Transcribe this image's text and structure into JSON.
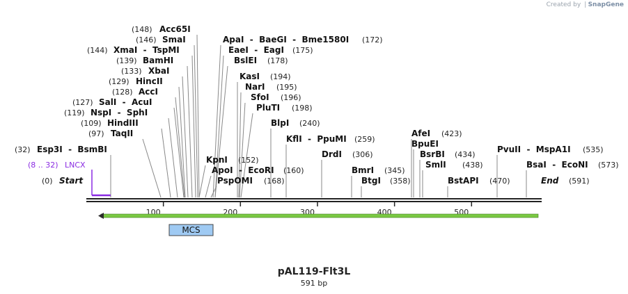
{
  "credit": {
    "prefix": "Created by",
    "brand": "SnapGene"
  },
  "plasmid": {
    "name": "pAL119-Flt3L",
    "length_label": "591 bp"
  },
  "axis": {
    "length": 591,
    "ticks": [
      100,
      200,
      300,
      400,
      500
    ]
  },
  "ends": [
    {
      "num": "(0)",
      "label": "Start"
    },
    {
      "num": "(591)",
      "label": "End"
    }
  ],
  "sites": [
    {
      "num": "(148)",
      "names": "Acc65I"
    },
    {
      "num": "(146)",
      "names": "SmaI"
    },
    {
      "num": "(144)",
      "names": "XmaI  -  TspMI"
    },
    {
      "num": "(139)",
      "names": "BamHI"
    },
    {
      "num": "(133)",
      "names": "XbaI"
    },
    {
      "num": "(129)",
      "names": "HincII"
    },
    {
      "num": "(128)",
      "names": "AccI"
    },
    {
      "num": "(127)",
      "names": "SalI  -  AcuI"
    },
    {
      "num": "(119)",
      "names": "NspI  -  SphI"
    },
    {
      "num": "(109)",
      "names": "HindIII"
    },
    {
      "num": "(97)",
      "names": "TaqII"
    },
    {
      "num": "(32)",
      "names": "Esp3I  -  BsmBI"
    },
    {
      "num": "(172)",
      "names": "ApaI  -  BaeGI  -  Bme1580I"
    },
    {
      "num": "(175)",
      "names": "EaeI  -  EagI"
    },
    {
      "num": "(178)",
      "names": "BslEI"
    },
    {
      "num": "(194)",
      "names": "KasI"
    },
    {
      "num": "(195)",
      "names": "NarI"
    },
    {
      "num": "(196)",
      "names": "SfoI"
    },
    {
      "num": "(198)",
      "names": "PluTI"
    },
    {
      "num": "(240)",
      "names": "BlpI"
    },
    {
      "num": "(152)",
      "names": "KpnI"
    },
    {
      "num": "(160)",
      "names": "ApoI  -  EcoRI"
    },
    {
      "num": "(168)",
      "names": "PspOMI"
    },
    {
      "num": "(259)",
      "names": "KflI  -  PpuMI"
    },
    {
      "num": "(306)",
      "names": "DrdI"
    },
    {
      "num": "(345)",
      "names": "BmrI"
    },
    {
      "num": "(358)",
      "names": "BtgI"
    },
    {
      "num": "(423)",
      "names": "AfeI"
    },
    {
      "num": "",
      "names": "BpuEI"
    },
    {
      "num": "(434)",
      "names": "BsrBI"
    },
    {
      "num": "(438)",
      "names": "SmlI"
    },
    {
      "num": "(470)",
      "names": "BstAPI"
    },
    {
      "num": "(535)",
      "names": "PvuII  -  MspA1I"
    },
    {
      "num": "(573)",
      "names": "BsaI  -  EcoNI"
    }
  ],
  "features": [
    {
      "range": "(8 .. 32)",
      "name": "LNCX",
      "color": "#8a2be2"
    }
  ],
  "orf": {
    "color": "#7ac943"
  },
  "mcs": {
    "label": "MCS",
    "color": "#9fcaf3"
  }
}
